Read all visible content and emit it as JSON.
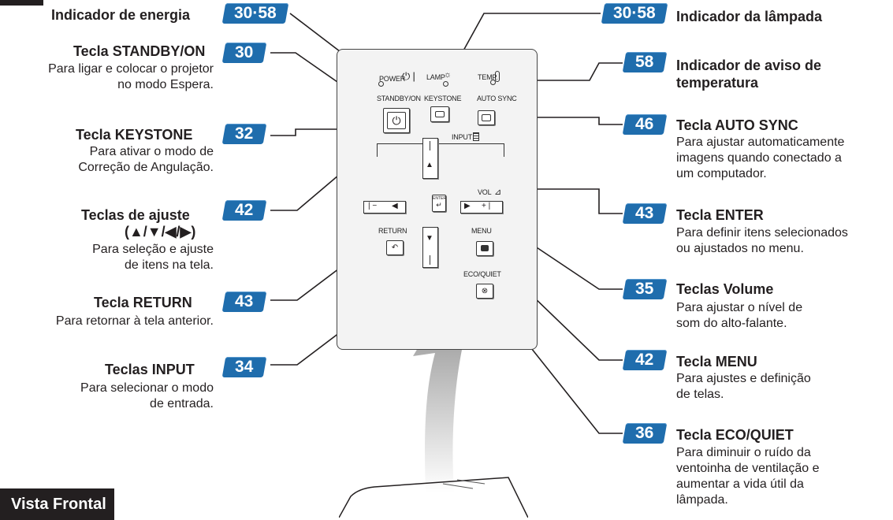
{
  "badges": {
    "power": "30·58",
    "standby": "30",
    "keystone": "32",
    "adjust": "42",
    "return": "43",
    "input": "34",
    "lamp": "30·58",
    "temp": "58",
    "autosync": "46",
    "enter": "43",
    "volume": "35",
    "menu": "42",
    "eco": "36"
  },
  "left": {
    "power_title": "Indicador de energia",
    "standby_title": "Tecla STANDBY/ON",
    "standby_desc": [
      "Para ligar e colocar o projetor",
      "no modo Espera."
    ],
    "keystone_title": "Tecla KEYSTONE",
    "keystone_desc": [
      "Para ativar o modo de",
      "Correção de Angulação."
    ],
    "adjust_title": "Teclas de ajuste",
    "adjust_symbols": "(▲/▼/◀/▶)",
    "adjust_desc": [
      "Para seleção e ajuste",
      "de itens na tela."
    ],
    "return_title": "Tecla RETURN",
    "return_desc": "Para retornar à tela anterior.",
    "input_title": "Teclas INPUT",
    "input_desc": [
      "Para selecionar o modo",
      "de entrada."
    ]
  },
  "right": {
    "lamp_title": "Indicador da lâmpada",
    "temp_title": [
      "Indicador de aviso de",
      "temperatura"
    ],
    "autosync_title": "Tecla AUTO SYNC",
    "autosync_desc": [
      "Para ajustar automaticamente",
      "imagens quando conectado a",
      "um computador."
    ],
    "enter_title": "Tecla ENTER",
    "enter_desc": [
      "Para definir itens selecionados",
      "ou ajustados no menu."
    ],
    "volume_title": "Teclas Volume",
    "volume_desc": [
      "Para ajustar o nível de",
      "som do alto-falante."
    ],
    "menu_title": "Tecla MENU",
    "menu_desc": [
      "Para ajustes e definição",
      "de telas."
    ],
    "eco_title": "Tecla ECO/QUIET",
    "eco_desc": [
      "Para diminuir o ruído da",
      "ventoinha de ventilação e",
      "aumentar a vida útil da",
      "lâmpada."
    ]
  },
  "panel": {
    "power": "POWER",
    "lamp": "LAMP",
    "temp": "TEMP.",
    "standby": "STANDBY/ON",
    "keystone": "KEYSTONE",
    "autosync": "AUTO SYNC",
    "input": "INPUT",
    "enter": "ENTER",
    "vol": "VOL",
    "return": "RETURN",
    "menu": "MENU",
    "eco": "ECO/QUIET"
  },
  "section_title": "Vista Frontal"
}
